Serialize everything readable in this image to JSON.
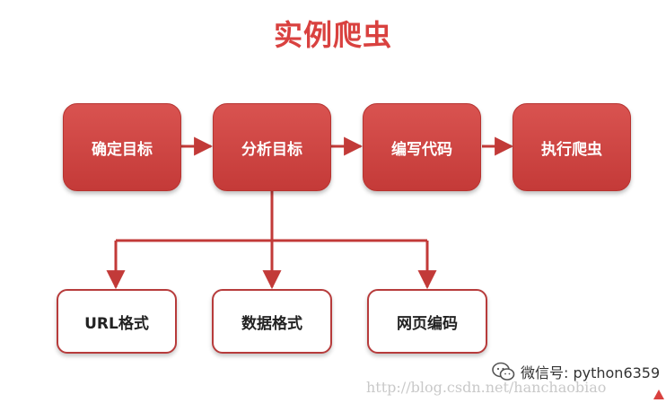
{
  "title": "实例爬虫",
  "steps": [
    "确定目标",
    "分析目标",
    "编写代码",
    "执行爬虫"
  ],
  "sub_steps": [
    "URL格式",
    "数据格式",
    "网页编码"
  ],
  "watermark": {
    "wechat_label": "微信号: python6359",
    "url": "http://blog.csdn.net/hanchaobiao"
  },
  "colors": {
    "primary_box": "#d04744",
    "connector": "#c23a38",
    "title": "#d9413f"
  }
}
